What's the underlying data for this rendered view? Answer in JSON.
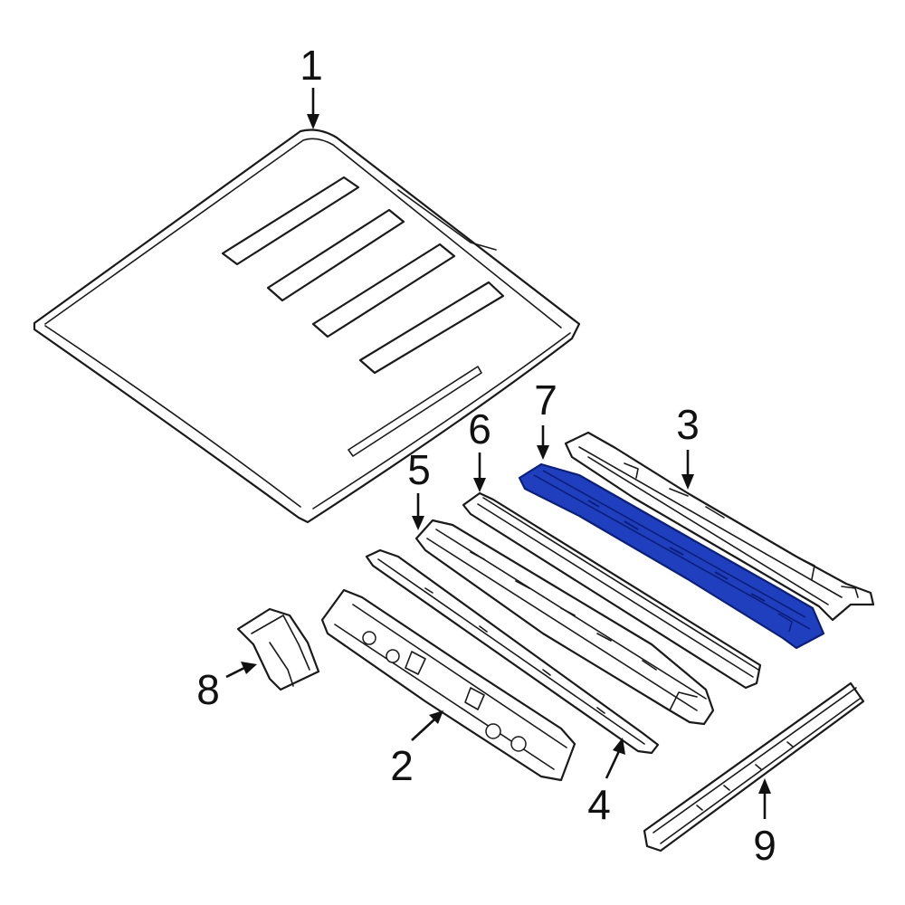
{
  "colors": {
    "line": "#1a1a1a",
    "highlight_fill": "#1f3fbf",
    "highlight_detail": "#0b1f7a",
    "background": "#ffffff"
  },
  "parts": [
    {
      "number": "1",
      "highlighted": false
    },
    {
      "number": "2",
      "highlighted": false
    },
    {
      "number": "3",
      "highlighted": false
    },
    {
      "number": "4",
      "highlighted": false
    },
    {
      "number": "5",
      "highlighted": false
    },
    {
      "number": "6",
      "highlighted": false
    },
    {
      "number": "7",
      "highlighted": true
    },
    {
      "number": "8",
      "highlighted": false
    },
    {
      "number": "9",
      "highlighted": false
    }
  ]
}
